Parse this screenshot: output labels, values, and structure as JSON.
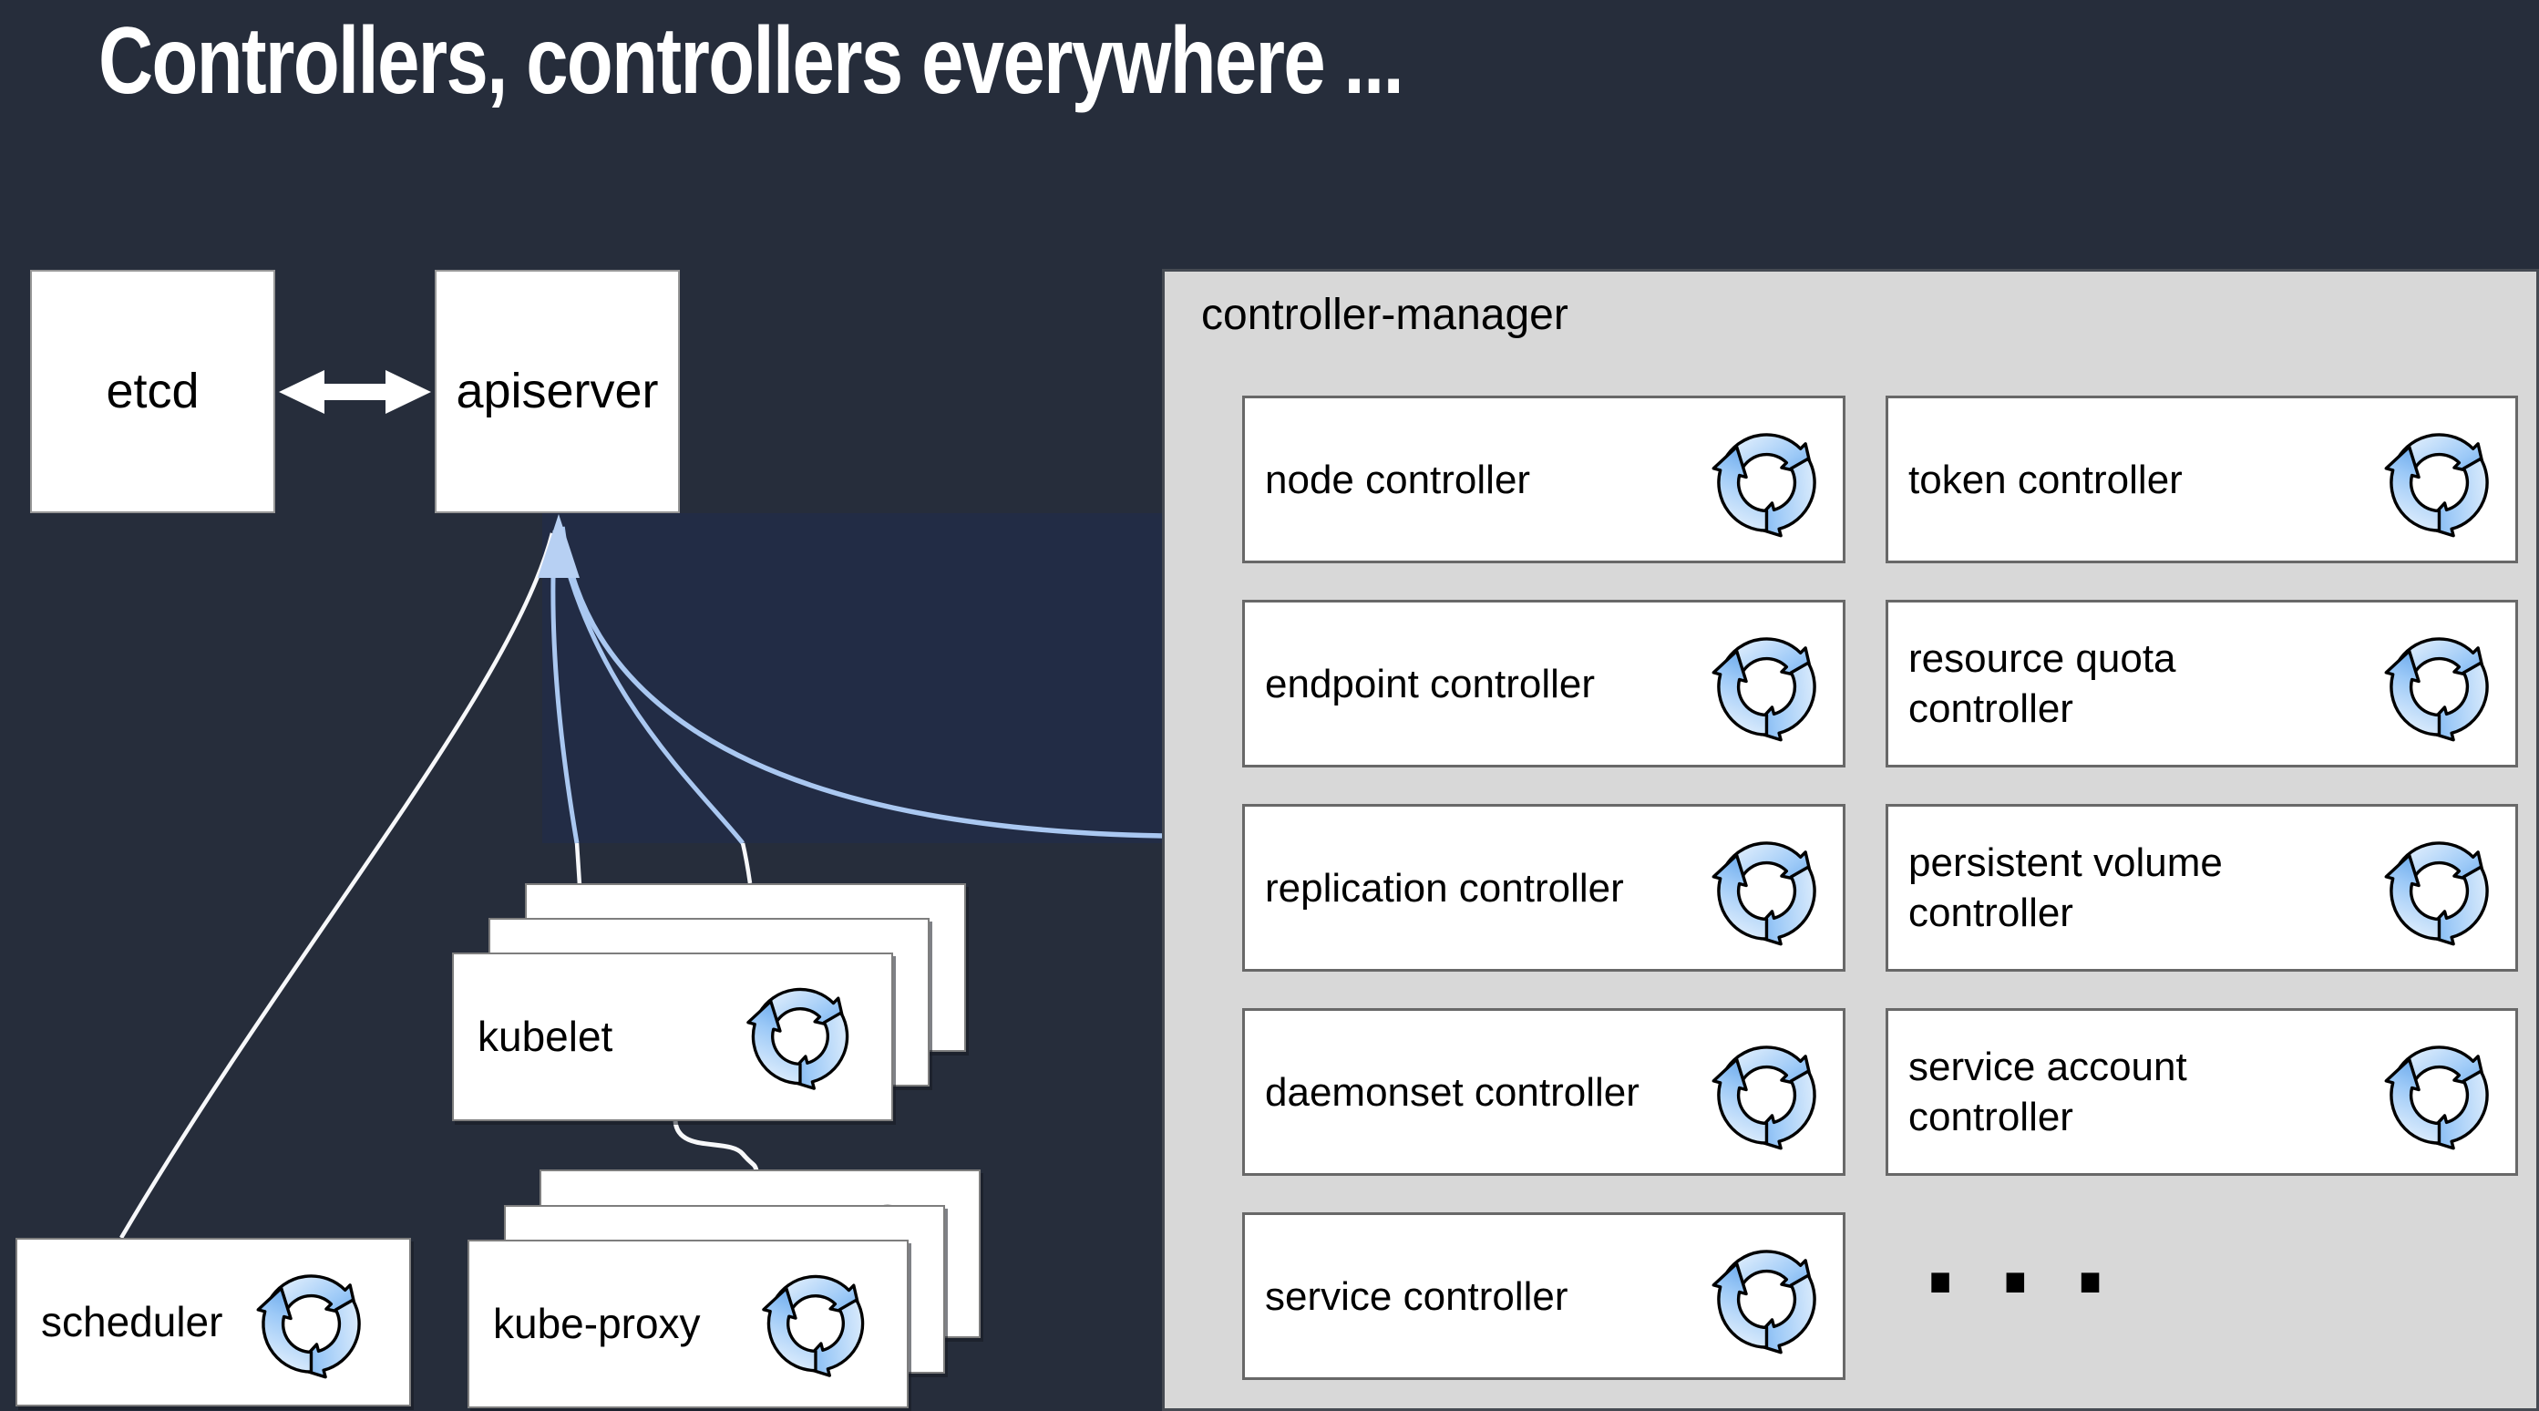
{
  "title": "Controllers, controllers everywhere ...",
  "colors": {
    "background": "#262d3b",
    "highlight_rect": "#222c45",
    "panel_bg": "#d8d8d8",
    "box_bg": "#ffffff",
    "connector_blue": "#aac8f1",
    "connector_white": "#f7f8fa",
    "icon_blue": "#0c6cd6"
  },
  "diagram": {
    "etcd": {
      "label": "etcd"
    },
    "apiserver": {
      "label": "apiserver"
    },
    "kubelet": {
      "label": "kubelet"
    },
    "kube_proxy": {
      "label": "kube-proxy"
    },
    "scheduler": {
      "label": "scheduler"
    }
  },
  "panel": {
    "title": "controller-manager",
    "controllers": [
      "node controller",
      "token controller",
      "endpoint controller",
      "resource quota controller",
      "replication controller",
      "persistent volume controller",
      "daemonset controller",
      "service account controller",
      "service controller"
    ],
    "more": "..."
  },
  "icons": {
    "sync": "sync-arrows-icon"
  }
}
